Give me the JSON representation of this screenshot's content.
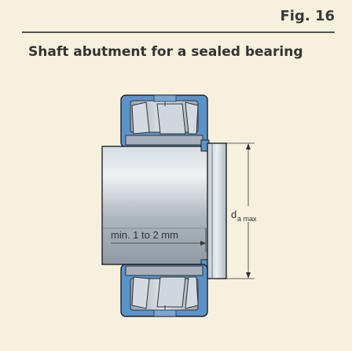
{
  "figure": {
    "label": "Fig. 16"
  },
  "title": "Shaft abutment for a sealed bearing",
  "diagram": {
    "dimension_label_main": "d",
    "dimension_label_sub": "a max",
    "clearance_label": "min. 1 to 2 mm"
  },
  "colors": {
    "background": "#f6f1de",
    "seal_blue": "#5a93cc",
    "steel": "#b9c2cb",
    "steel_dark": "#7c8791",
    "outline": "#222222"
  }
}
